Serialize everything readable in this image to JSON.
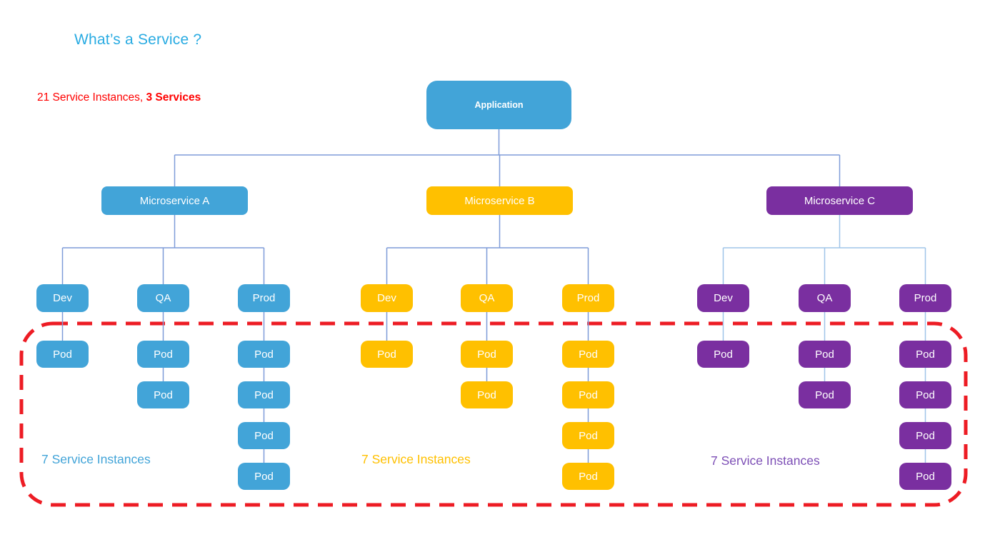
{
  "title": "What’s a Service ?",
  "annotation": {
    "prefix": "21 Service Instances, ",
    "bold": "3 Services"
  },
  "root": {
    "label": "Application",
    "color": "#42A4D8"
  },
  "pod_label": "Pod",
  "services": [
    {
      "label": "Microservice A",
      "slug": "microservice-a",
      "color": "#42A4D8",
      "line_color": "#7E9CD8",
      "note": "7 Service Instances",
      "note_color": "#42A4D8",
      "environments": [
        {
          "label": "Dev",
          "pod_count": 1
        },
        {
          "label": "QA",
          "pod_count": 2
        },
        {
          "label": "Prod",
          "pod_count": 4
        }
      ]
    },
    {
      "label": "Microservice B",
      "slug": "microservice-b",
      "color": "#FFC000",
      "line_color": "#7E9CD8",
      "note": "7 Service Instances",
      "note_color": "#FFC000",
      "environments": [
        {
          "label": "Dev",
          "pod_count": 1
        },
        {
          "label": "QA",
          "pod_count": 2
        },
        {
          "label": "Prod",
          "pod_count": 4
        }
      ]
    },
    {
      "label": "Microservice C",
      "slug": "microservice-c",
      "color": "#7A2FA0",
      "line_color": "#9FC5E8",
      "note": "7 Service Instances",
      "note_color": "#7D4FB6",
      "environments": [
        {
          "label": "Dev",
          "pod_count": 1
        },
        {
          "label": "QA",
          "pod_count": 2
        },
        {
          "label": "Prod",
          "pod_count": 4
        }
      ]
    }
  ],
  "colors": {
    "title": "#29ABE2",
    "annotation": "#FF0000",
    "outline": "#ED1C24",
    "node_text": "#FFFFFF",
    "background": "#FFFFFF"
  }
}
